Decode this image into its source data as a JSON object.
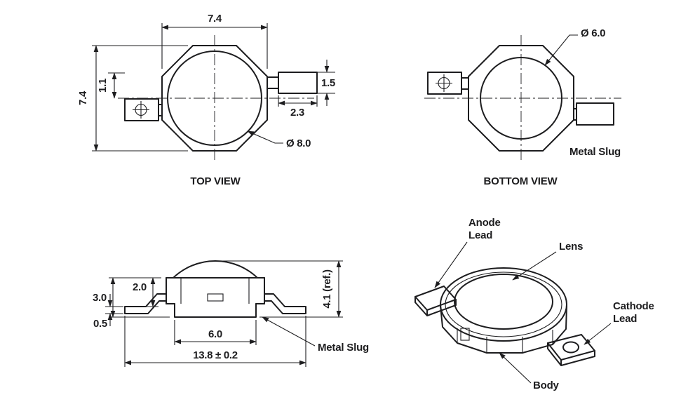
{
  "top_view": {
    "title": "TOP VIEW",
    "dim_width": "7.4",
    "dim_height": "7.4",
    "dim_lead_offset": "1.1",
    "dim_lead_width": "1.5",
    "dim_lead_length": "2.3",
    "dim_lens_diameter": "Ø 8.0"
  },
  "bottom_view": {
    "title": "BOTTOM VIEW",
    "dim_slug_diameter": "Ø 6.0",
    "metal_slug_label": "Metal Slug"
  },
  "side_view": {
    "dim_body_height": "3.0",
    "dim_lead_height": "2.0",
    "dim_lead_thickness": "0.5",
    "dim_slug_width": "6.0",
    "dim_overall_width": "13.8 ± 0.2",
    "dim_overall_height": "4.1 (ref.)",
    "metal_slug_label": "Metal Slug"
  },
  "perspective_view": {
    "anode_label_line1": "Anode",
    "anode_label_line2": "Lead",
    "lens_label": "Lens",
    "cathode_label_line1": "Cathode",
    "cathode_label_line2": "Lead",
    "body_label": "Body"
  }
}
